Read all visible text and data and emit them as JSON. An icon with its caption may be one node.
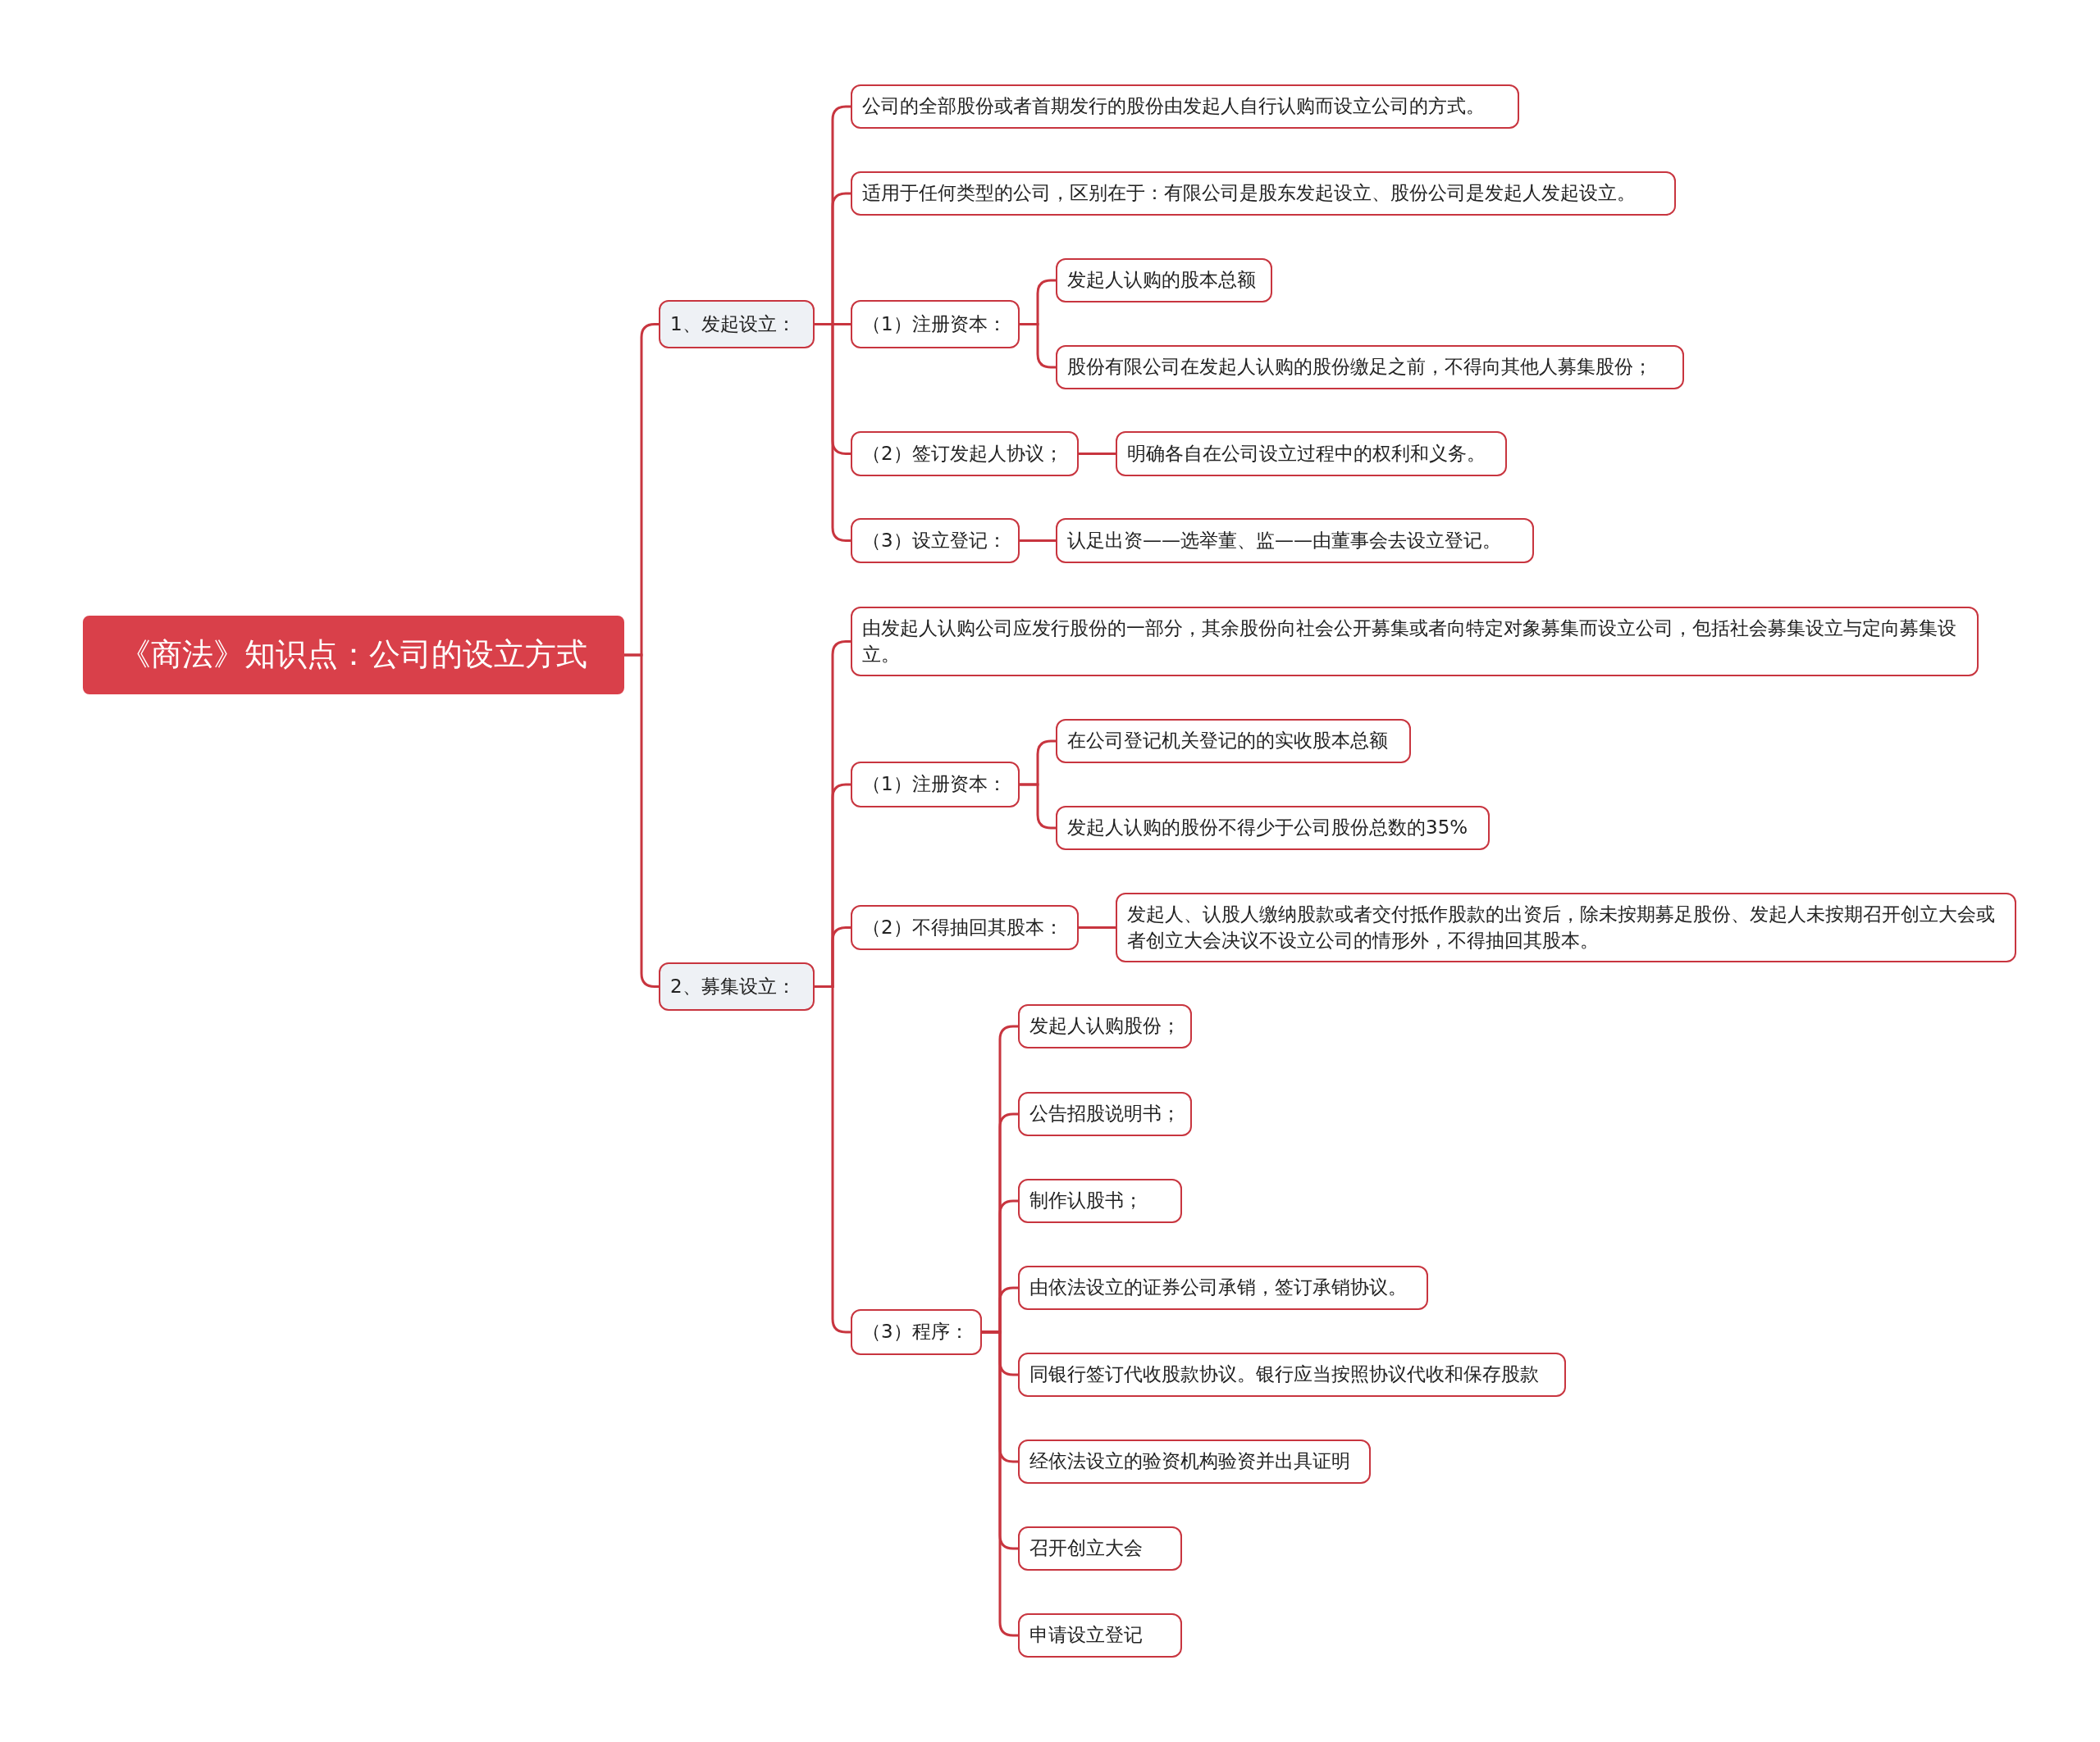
{
  "diagram": {
    "nodes": [
      {
        "text": [
          "《商法》知识点：公司的设立方式"
        ]
      },
      {
        "text": [
          "1、发起设立："
        ]
      },
      {
        "text": [
          "公司的全部股份或者首期发行的股份由发起人自行认购而设立公司的方式。"
        ]
      },
      {
        "text": [
          "适用于任何类型的公司，区别在于：有限公司是股东发起设立、股份公司是发起人发起设立。"
        ]
      },
      {
        "text": [
          "（1）注册资本："
        ]
      },
      {
        "text": [
          "发起人认购的股本总额"
        ]
      },
      {
        "text": [
          "股份有限公司在发起人认购的股份缴足之前，不得向其他人募集股份；"
        ]
      },
      {
        "text": [
          "（2）签订发起人协议；"
        ]
      },
      {
        "text": [
          "明确各自在公司设立过程中的权利和义务。"
        ]
      },
      {
        "text": [
          "（3）设立登记："
        ]
      },
      {
        "text": [
          "认足出资——选举董、监——由董事会去设立登记。"
        ]
      },
      {
        "text": [
          "2、募集设立："
        ]
      },
      {
        "text": [
          "由发起人认购公司应发行股份的一部分，其余股份向社会公开募集或者向特定对象募集而设立公司，包括社会募集设立与定向募集设立。"
        ]
      },
      {
        "text": [
          "（1）注册资本："
        ]
      },
      {
        "text": [
          "在公司登记机关登记的的实收股本总额"
        ]
      },
      {
        "text": [
          "发起人认购的股份不得少于公司股份总数的35%"
        ]
      },
      {
        "text": [
          "（2）不得抽回其股本："
        ]
      },
      {
        "text": [
          "发起人、认股人缴纳股款或者交付抵作股款的出资后，除未按期募足股份、发起人未按期召开创立大会或者创立大会决议不设立公司的情形外，不得抽回其股本。"
        ]
      },
      {
        "text": [
          "（3）程序："
        ]
      },
      {
        "text": [
          "发起人认购股份；"
        ]
      },
      {
        "text": [
          "公告招股说明书；"
        ]
      },
      {
        "text": [
          "制作认股书；"
        ]
      },
      {
        "text": [
          "由依法设立的证券公司承销，签订承销协议。"
        ]
      },
      {
        "text": [
          "同银行签订代收股款协议。银行应当按照协议代收和保存股款"
        ]
      },
      {
        "text": [
          "经依法设立的验资机构验资并出具证明"
        ]
      },
      {
        "text": [
          "召开创立大会"
        ]
      },
      {
        "text": [
          "申请设立登记"
        ]
      }
    ],
    "edges": [
      {
        "from": 0,
        "to": 1,
        "arrow": "none"
      },
      {
        "from": 0,
        "to": 11,
        "arrow": "none"
      },
      {
        "from": 1,
        "to": 2,
        "arrow": "none"
      },
      {
        "from": 1,
        "to": 3,
        "arrow": "none"
      },
      {
        "from": 1,
        "to": 4,
        "arrow": "none"
      },
      {
        "from": 4,
        "to": 5,
        "arrow": "none"
      },
      {
        "from": 4,
        "to": 6,
        "arrow": "none"
      },
      {
        "from": 1,
        "to": 7,
        "arrow": "none"
      },
      {
        "from": 7,
        "to": 8,
        "arrow": "none"
      },
      {
        "from": 1,
        "to": 9,
        "arrow": "none"
      },
      {
        "from": 9,
        "to": 10,
        "arrow": "none"
      },
      {
        "from": 11,
        "to": 12,
        "arrow": "none"
      },
      {
        "from": 11,
        "to": 13,
        "arrow": "none"
      },
      {
        "from": 13,
        "to": 14,
        "arrow": "none"
      },
      {
        "from": 13,
        "to": 15,
        "arrow": "none"
      },
      {
        "from": 11,
        "to": 16,
        "arrow": "none"
      },
      {
        "from": 16,
        "to": 17,
        "arrow": "none"
      },
      {
        "from": 11,
        "to": 18,
        "arrow": "none"
      },
      {
        "from": 18,
        "to": 19,
        "arrow": "none"
      },
      {
        "from": 18,
        "to": 20,
        "arrow": "none"
      },
      {
        "from": 18,
        "to": 21,
        "arrow": "none"
      },
      {
        "from": 18,
        "to": 22,
        "arrow": "none"
      },
      {
        "from": 18,
        "to": 23,
        "arrow": "none"
      },
      {
        "from": 18,
        "to": 24,
        "arrow": "none"
      },
      {
        "from": 18,
        "to": 25,
        "arrow": "none"
      },
      {
        "from": 18,
        "to": 26,
        "arrow": "none"
      }
    ]
  }
}
